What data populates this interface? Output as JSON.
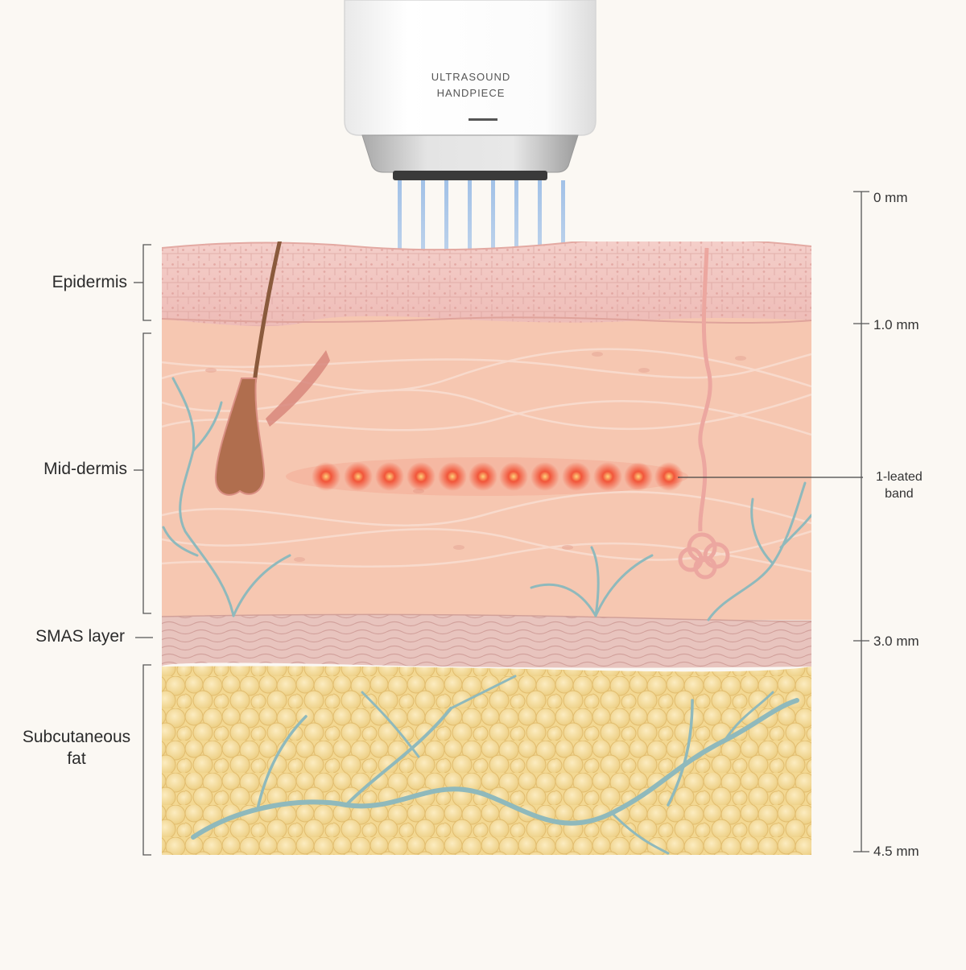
{
  "device": {
    "label_line1": "ULTRASOUND",
    "label_line2": "HANDPIECE"
  },
  "layers": {
    "epidermis": "Epidermis",
    "mid_dermis": "Mid-dermis",
    "smas": "SMAS layer",
    "fat_line1": "Subcutaneous",
    "fat_line2": "fat"
  },
  "depth_scale": {
    "ticks": [
      "0 mm",
      "1.0 mm",
      "3.0 mm",
      "4.5 mm"
    ]
  },
  "annotation": {
    "heated_line1": "1-leated",
    "heated_line2": "band"
  },
  "colors": {
    "epidermis": "#f1c4c0",
    "dermis": "#f6c7b1",
    "smas": "#e8c4be",
    "fat": "#f6dfa4",
    "vessel": "#8fb9bc",
    "beam": "#a9c9ec",
    "heat": "#f2563a"
  }
}
